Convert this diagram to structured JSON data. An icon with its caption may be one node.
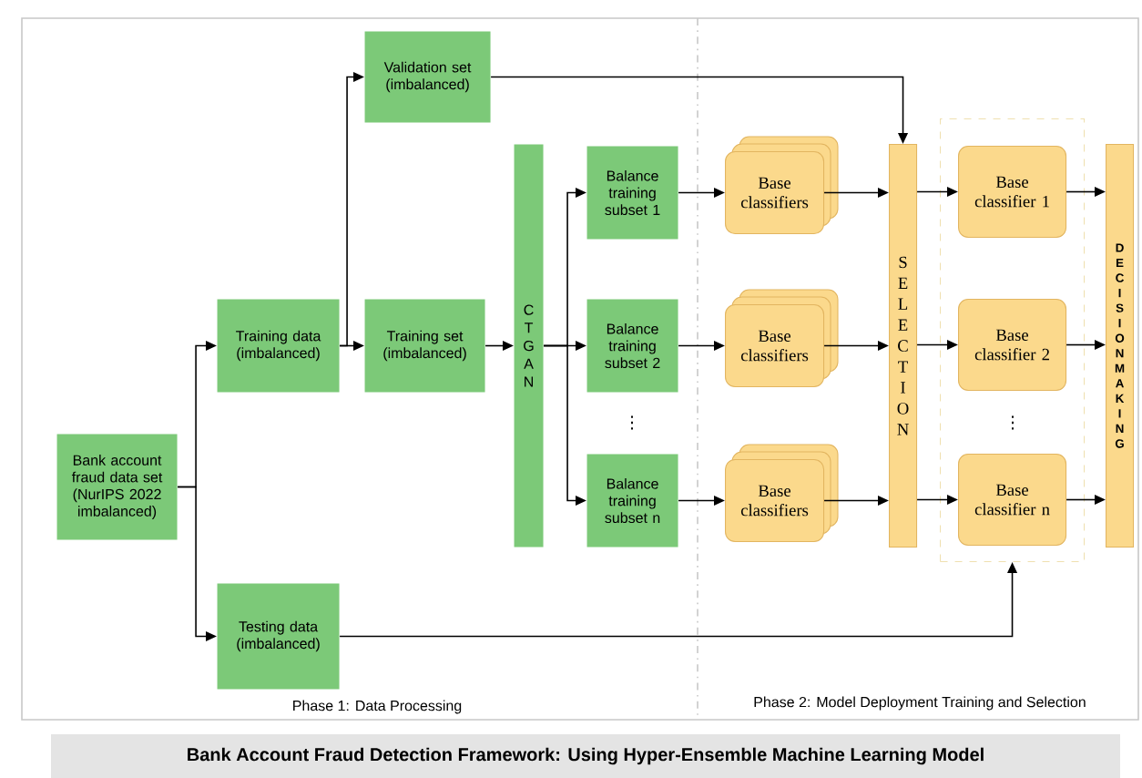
{
  "diagram": {
    "caption": "Bank Account Fraud Detection Framework: Using Hyper-Ensemble Machine Learning Model",
    "nodes": [
      {
        "text": [
          "Bank account fraud data set (NurIPS 2022 imbalanced)"
        ]
      },
      {
        "text": [
          "Training data (imbalanced)"
        ]
      },
      {
        "text": [
          "Validation set (imbalanced)"
        ]
      },
      {
        "text": [
          "Training set (imbalanced)"
        ]
      },
      {
        "text": [
          "Testing data (imbalanced)"
        ]
      },
      {
        "text": [
          "CTGAN"
        ]
      },
      {
        "text": [
          "Balance training subset 1"
        ]
      },
      {
        "text": [
          "Balance training subset 2"
        ]
      },
      {
        "text": [
          "Balance training subset n"
        ]
      },
      {
        "text": [
          "Base classifiers"
        ]
      },
      {
        "text": [
          "Base classifiers"
        ]
      },
      {
        "text": [
          "Base classifiers"
        ]
      },
      {
        "text": [
          "SELECTION"
        ]
      },
      {
        "text": [],
        "shape": "box"
      },
      {
        "text": [
          "Base classifier 1"
        ],
        "in": 13
      },
      {
        "text": [
          "Base classifier 2"
        ],
        "in": 13
      },
      {
        "text": [
          "Base classifier n"
        ],
        "in": 13
      },
      {
        "text": [
          "DECISION MAKING"
        ]
      }
    ],
    "edges": [
      {
        "from": 0,
        "to": 1,
        "arrow": "to"
      },
      {
        "from": 0,
        "to": 4,
        "arrow": "to"
      },
      {
        "from": 1,
        "to": 2,
        "arrow": "to"
      },
      {
        "from": 1,
        "to": 3,
        "arrow": "to"
      },
      {
        "from": 3,
        "to": 5,
        "arrow": "to"
      },
      {
        "from": 5,
        "to": 6,
        "arrow": "to"
      },
      {
        "from": 5,
        "to": 7,
        "arrow": "to"
      },
      {
        "from": 5,
        "to": 8,
        "arrow": "to"
      },
      {
        "from": 6,
        "to": 9,
        "arrow": "to"
      },
      {
        "from": 7,
        "to": 10,
        "arrow": "to"
      },
      {
        "from": 8,
        "to": 11,
        "arrow": "to"
      },
      {
        "from": 2,
        "to": 12,
        "arrow": "to"
      },
      {
        "from": 9,
        "to": 12,
        "arrow": "to"
      },
      {
        "from": 10,
        "to": 12,
        "arrow": "to"
      },
      {
        "from": 11,
        "to": 12,
        "arrow": "to"
      },
      {
        "from": 12,
        "to": 14,
        "arrow": "to"
      },
      {
        "from": 12,
        "to": 15,
        "arrow": "to"
      },
      {
        "from": 12,
        "to": 16,
        "arrow": "to"
      },
      {
        "from": 14,
        "to": 17,
        "arrow": "to"
      },
      {
        "from": 15,
        "to": 17,
        "arrow": "to"
      },
      {
        "from": 16,
        "to": 17,
        "arrow": "to"
      },
      {
        "from": 4,
        "to": 13,
        "arrow": "to"
      }
    ],
    "labels": [
      "⋮",
      "⋮",
      "Phase 1: Data Processing",
      "Phase 2: Model Deployment Training and Selection"
    ]
  }
}
